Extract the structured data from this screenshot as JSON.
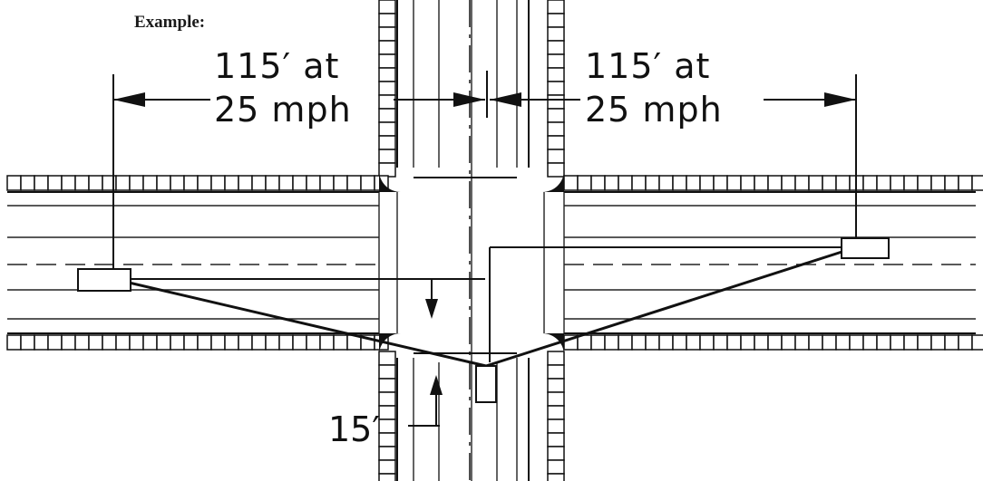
{
  "heading": "Example:",
  "left_distance": {
    "line1": "115′ at",
    "line2": "25 mph"
  },
  "right_distance": {
    "line1": "115′ at",
    "line2": "25 mph"
  },
  "offset_label": "15′"
}
